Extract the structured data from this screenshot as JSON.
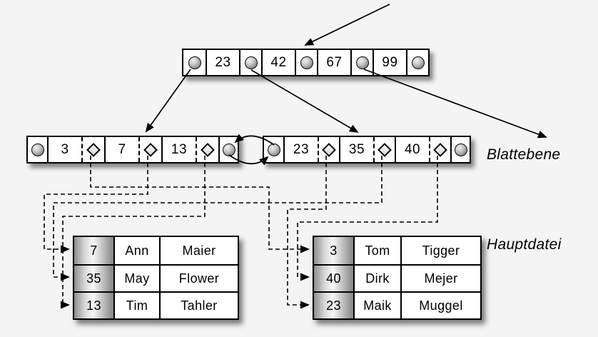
{
  "labels": {
    "leaf_level": "Blattebene",
    "main_file": "Hauptdatei"
  },
  "tree": {
    "root": {
      "keys": [
        "23",
        "42",
        "67",
        "99"
      ]
    },
    "left_leaf": {
      "keys": [
        "3",
        "7",
        "13"
      ]
    },
    "right_leaf": {
      "keys": [
        "23",
        "35",
        "40"
      ]
    }
  },
  "tables": {
    "left": {
      "rows": [
        [
          "7",
          "Ann",
          "Maier"
        ],
        [
          "35",
          "May",
          "Flower"
        ],
        [
          "13",
          "Tim",
          "Tahler"
        ]
      ]
    },
    "right": {
      "rows": [
        [
          "3",
          "Tom",
          "Tigger"
        ],
        [
          "40",
          "Dirk",
          "Mejer"
        ],
        [
          "23",
          "Maik",
          "Muggel"
        ]
      ]
    }
  },
  "icons": {
    "node_pointer": "pointer-circle-icon",
    "record_pointer": "record-pointer-diamond-icon",
    "links": [
      "entry-arrow",
      "child-pointer-arrow",
      "sibling-link-arrow",
      "record-link-dashed-arrow"
    ]
  },
  "colors": {
    "background": "#f3f4f3",
    "line": "#000000",
    "node_fill": "#ffffff",
    "sphere_gray": "#8d8d8d",
    "key_column_edge": "#838383",
    "shadow": "rgba(0,0,0,0.45)"
  }
}
